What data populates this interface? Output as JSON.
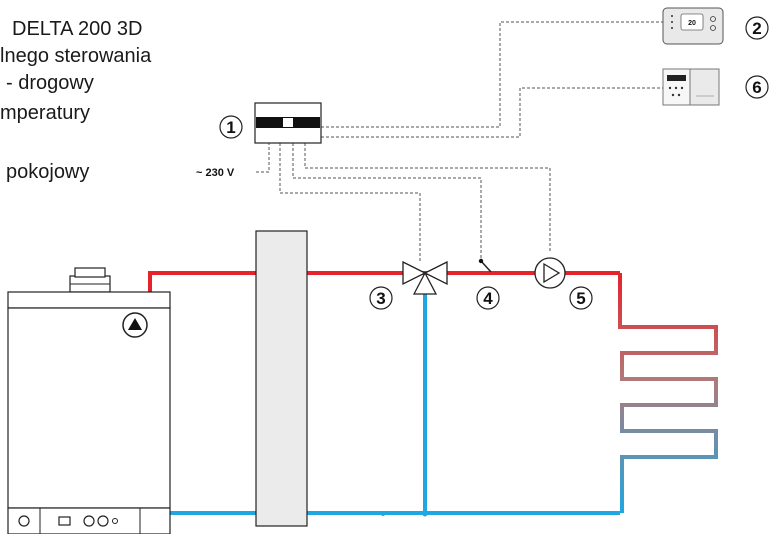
{
  "legend": [
    "DELTA 200 3D",
    "lnego sterowania",
    "- drogowy",
    "mperatury",
    "pokojowy"
  ],
  "supply_label": "~ 230 V",
  "components": {
    "controller": "1",
    "display_panel": "2",
    "room_unit": "6",
    "three_way_valve": "3",
    "temperature_sensor": "4",
    "pump": "5"
  },
  "display_panel_reading": "20",
  "colors": {
    "supply_pipe": "#e5232b",
    "return_pipe": "#1ea7e1",
    "signal_wire": "#555555"
  }
}
